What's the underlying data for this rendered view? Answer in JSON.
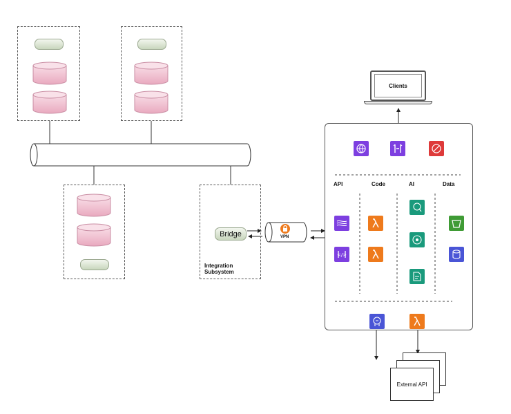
{
  "clients": {
    "label": "Clients"
  },
  "bridge": {
    "label": "Bridge"
  },
  "vpn": {
    "label": "VPN"
  },
  "integration": {
    "label": "Integration Subsystem"
  },
  "platform": {
    "columns": {
      "api": "API",
      "code": "Code",
      "ai": "AI",
      "data": "Data"
    }
  },
  "external_api": {
    "label": "External API"
  },
  "icons": {
    "top": [
      "globe-icon",
      "api-gateway-icon",
      "waf-icon"
    ],
    "api": [
      "kinesis-stream-icon",
      "appsync-icon"
    ],
    "code": [
      "lambda-icon",
      "lambda-icon"
    ],
    "ai": [
      "comprehend-icon",
      "rekognition-icon",
      "textract-icon"
    ],
    "data": [
      "s3-bucket-icon",
      "rds-database-icon"
    ],
    "bottom": [
      "bedrock-icon",
      "lambda-icon"
    ]
  },
  "colors": {
    "purple": "#7d3fe0",
    "orange": "#ee7a1c",
    "red": "#de3a3a",
    "teal": "#1a9a7c",
    "green": "#3f9b35",
    "blue": "#4a55d6",
    "db_fill": "#f3c7d6",
    "pill_fill": "#c8d6bd"
  }
}
